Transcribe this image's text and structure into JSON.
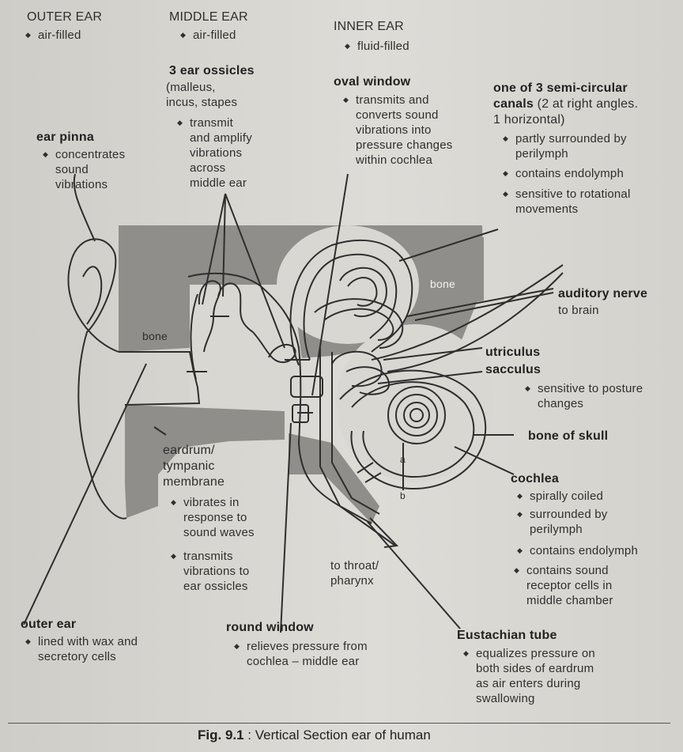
{
  "headers": {
    "outer": {
      "title": "OUTER EAR",
      "note": "air-filled"
    },
    "middle": {
      "title": "MIDDLE EAR",
      "note": "air-filled"
    },
    "inner": {
      "title": "INNER EAR",
      "note": "fluid-filled"
    }
  },
  "labels": {
    "ossicles": {
      "title": "3 ear ossicles",
      "sub": "(malleus,\nincus, stapes",
      "bullet": "transmit\nand amplify\nvibrations\nacross\nmiddle ear"
    },
    "pinna": {
      "title": "ear pinna",
      "bullet": "concentrates\nsound\nvibrations"
    },
    "oval_window": {
      "title": "oval window",
      "bullet": "transmits and\nconverts sound\nvibrations into\npressure changes\nwithin cochlea"
    },
    "canals": {
      "title": "one of 3 semi-circular",
      "title2": "canals",
      "sub": " (2 at right angles.\n1 horizontal)",
      "bullets": [
        "partly surrounded by\nperilymph",
        "contains endolymph",
        "sensitive to rotational\nmovements"
      ]
    },
    "auditory_nerve": {
      "title": "auditory nerve",
      "sub": "to brain"
    },
    "utriculus": "utriculus",
    "sacculus": {
      "title": "sacculus",
      "bullet": "sensitive to posture\nchanges"
    },
    "bone_skull": "bone of skull",
    "cochlea": {
      "title": "cochlea",
      "bullets": [
        "spirally coiled",
        "surrounded by\nperilymph",
        "contains endolymph",
        "contains sound\nreceptor cells in\nmiddle chamber"
      ]
    },
    "eardrum": {
      "title": "eardrum/\ntympanic\nmembrane",
      "bullets": [
        "vibrates in\nresponse to\nsound waves",
        "transmits\nvibrations to\near ossicles"
      ]
    },
    "throat": "to throat/\npharynx",
    "outer_ear": {
      "title": "outer ear",
      "bullet": "lined with wax and\nsecretory cells"
    },
    "round_window": {
      "title": "round window",
      "bullet": "relieves pressure from\ncochlea – middle ear"
    },
    "eustachian": {
      "title": "Eustachian tube",
      "bullet": "equalizes pressure on\nboth sides of eardrum\nas air enters during\nswallowing"
    },
    "bone_left": "bone",
    "bone_right": "bone",
    "mark_a": "a",
    "mark_b": "b"
  },
  "caption": {
    "fig": "Fig. 9.1",
    "text": " : Vertical Section ear of human"
  },
  "colors": {
    "bone": "#8f8e8a",
    "line": "#2e2e2e",
    "paper": "#d8d7d2"
  }
}
